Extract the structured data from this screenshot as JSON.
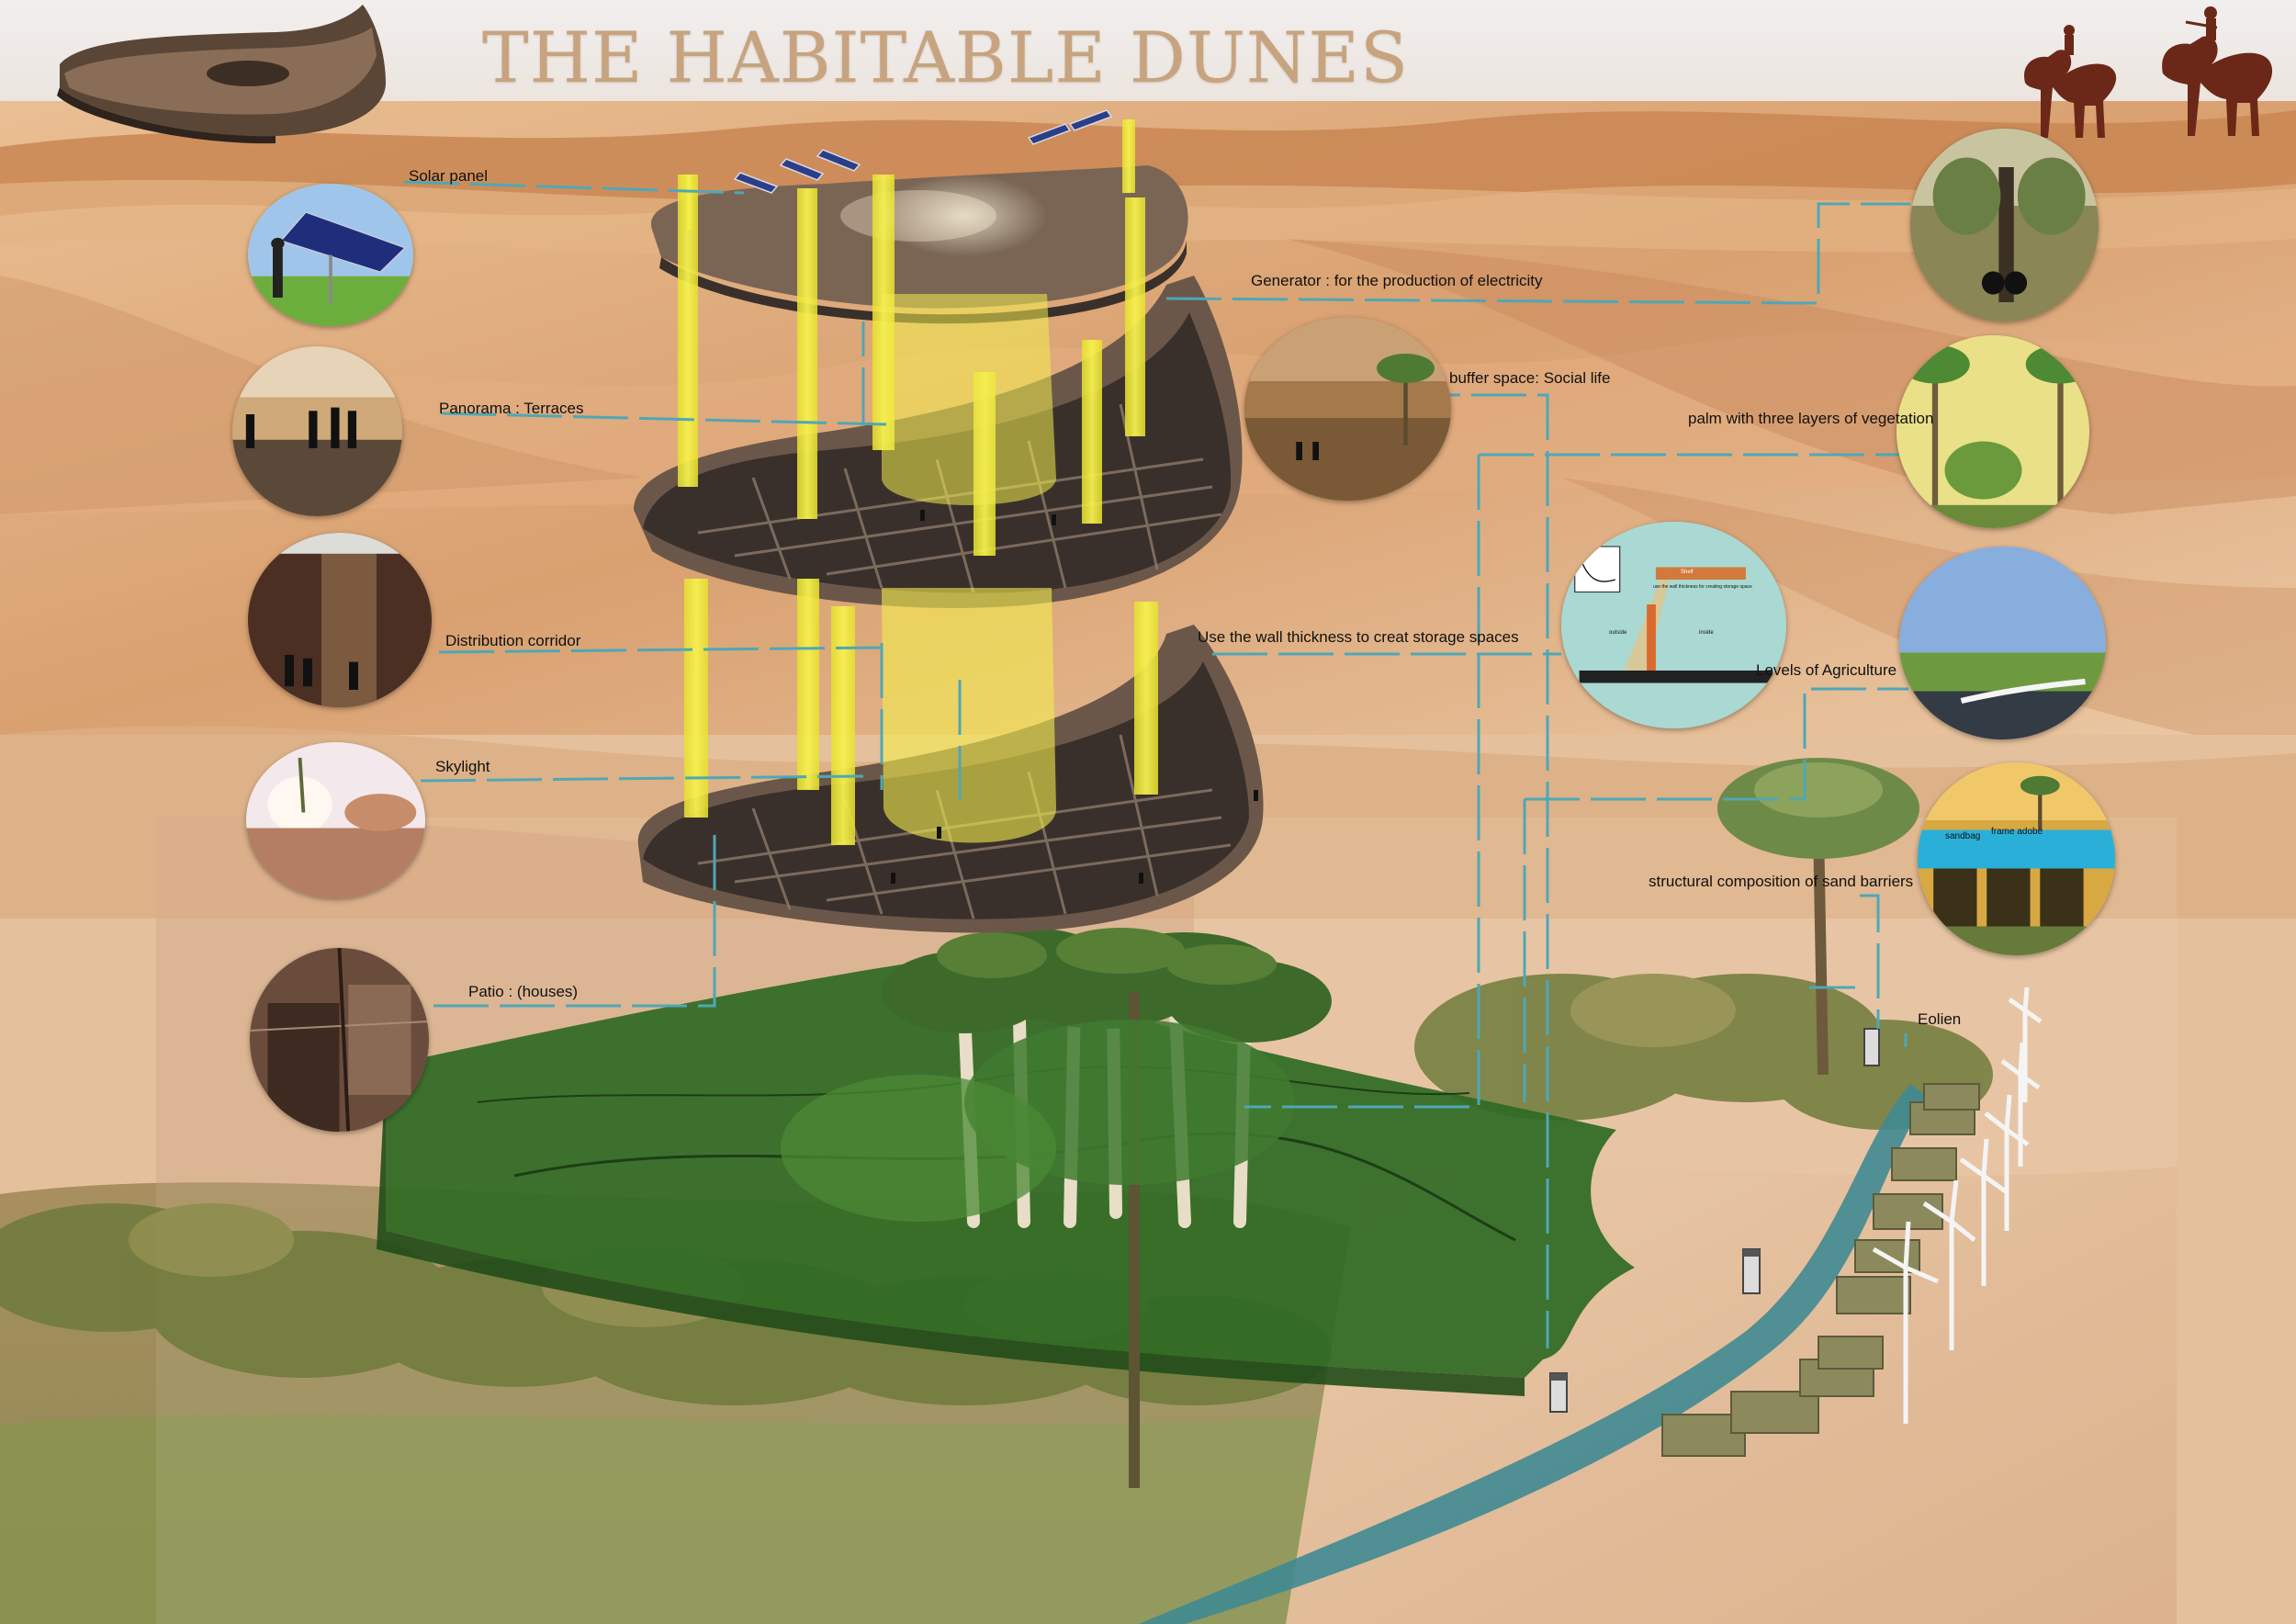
{
  "title": "THE HABITABLE DUNES",
  "labels": {
    "solar_panel": "Solar panel",
    "panorama": "Panorama : Terraces",
    "distribution": "Distribution corridor",
    "skylight": "Skylight",
    "patio": "Patio : (houses)",
    "generator": "Generator : for the production of electricity",
    "buffer": "buffer space: Social life",
    "palm_layers": "palm with three layers of vegetation",
    "wall_thickness": "Use the wall thickness to creat storage spaces",
    "agriculture": "Levels of Agriculture",
    "sand_barriers": "structural composition of sand barriers",
    "eolien": "Eolien"
  },
  "inset_labels": {
    "sandbag": "sandbag",
    "frame_adobe": "frame adobe",
    "wall_caption": "use the wall thickness for creating storage space",
    "shelf": "Shelf",
    "outside": "outside",
    "inside": "inside"
  },
  "colors": {
    "leader": "#4fa7b5",
    "light_column": "#f0ea3a",
    "floor": "#6a5648",
    "oasis": "#2f6a24",
    "sand": "#e3b68a",
    "title": "#c7a47f"
  },
  "icons": [
    "camel-rider-icon",
    "wind-turbine-icon",
    "palm-tree-icon",
    "solar-panel-icon"
  ]
}
